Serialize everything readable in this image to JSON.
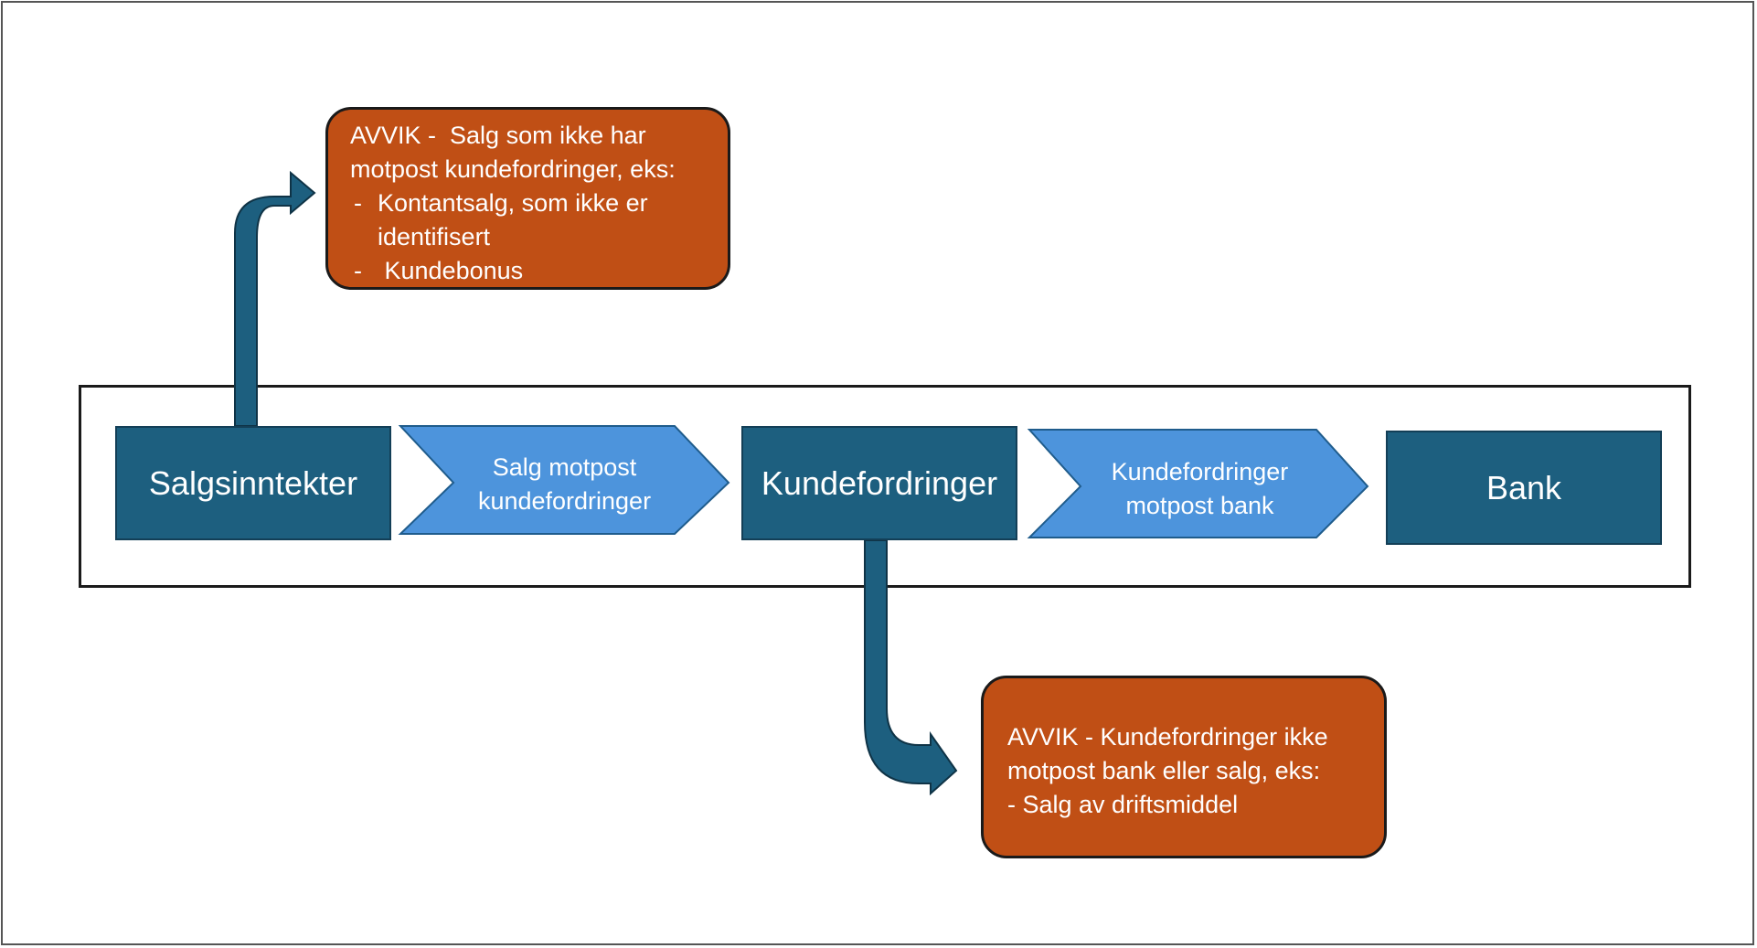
{
  "colors": {
    "box_fill": "#1d5f7f",
    "chevron_fill": "#4d94dc",
    "avvik_fill": "#c04f15",
    "arrow_fill": "#1d5f7f",
    "outline": "#1a1a1a"
  },
  "process": {
    "step1": "Salgsinntekter",
    "chevron1": "Salg motpost\nkundefordringer",
    "step2": "Kundefordringer",
    "chevron2": "Kundefordringer\nmotpost bank",
    "step3": "Bank"
  },
  "avvik1": {
    "line1": "AVVIK -  Salg som ikke har",
    "line2": "motpost kundefordringer, eks:",
    "bullet1_dash": "-",
    "bullet1_line1": "Kontantsalg, som ikke er",
    "bullet1_line2": "identifisert",
    "bullet2_dash": "-",
    "bullet2": " Kundebonus"
  },
  "avvik2": {
    "line1": "AVVIK - Kundefordringer ikke",
    "line2": "motpost bank eller salg, eks:",
    "line3": "- Salg av driftsmiddel"
  }
}
